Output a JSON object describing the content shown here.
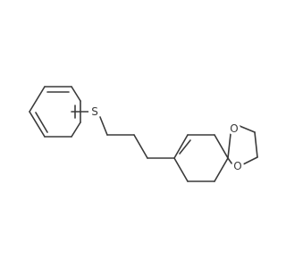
{
  "molecule": {
    "atoms": [
      {
        "id": "S1",
        "label": "S"
      },
      {
        "id": "O1",
        "label": "O"
      },
      {
        "id": "O2",
        "label": "O"
      }
    ],
    "colors": {
      "bond": "#3a3a3a",
      "background": "#ffffff"
    }
  }
}
